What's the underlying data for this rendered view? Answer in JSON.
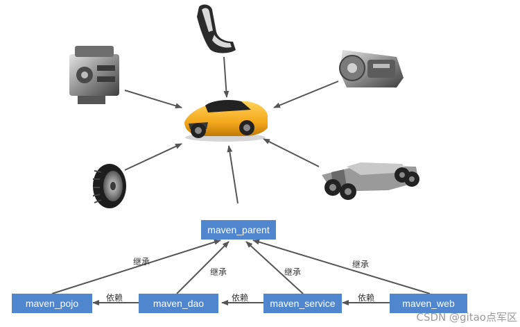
{
  "nodes": {
    "parent": "maven_parent",
    "pojo": "maven_pojo",
    "dao": "maven_dao",
    "service": "maven_service",
    "web": "maven_web"
  },
  "edge_labels": {
    "inherit": "继承",
    "depend": "依赖"
  },
  "watermark": "CSDN @gitao点军区",
  "colors": {
    "node_fill": "#4f86cd",
    "arrow": "#555555",
    "car_body": "#f4a81c"
  },
  "icons": [
    "seat-icon",
    "engine-icon",
    "transmission-icon",
    "car-icon",
    "tire-icon",
    "chassis-icon"
  ]
}
